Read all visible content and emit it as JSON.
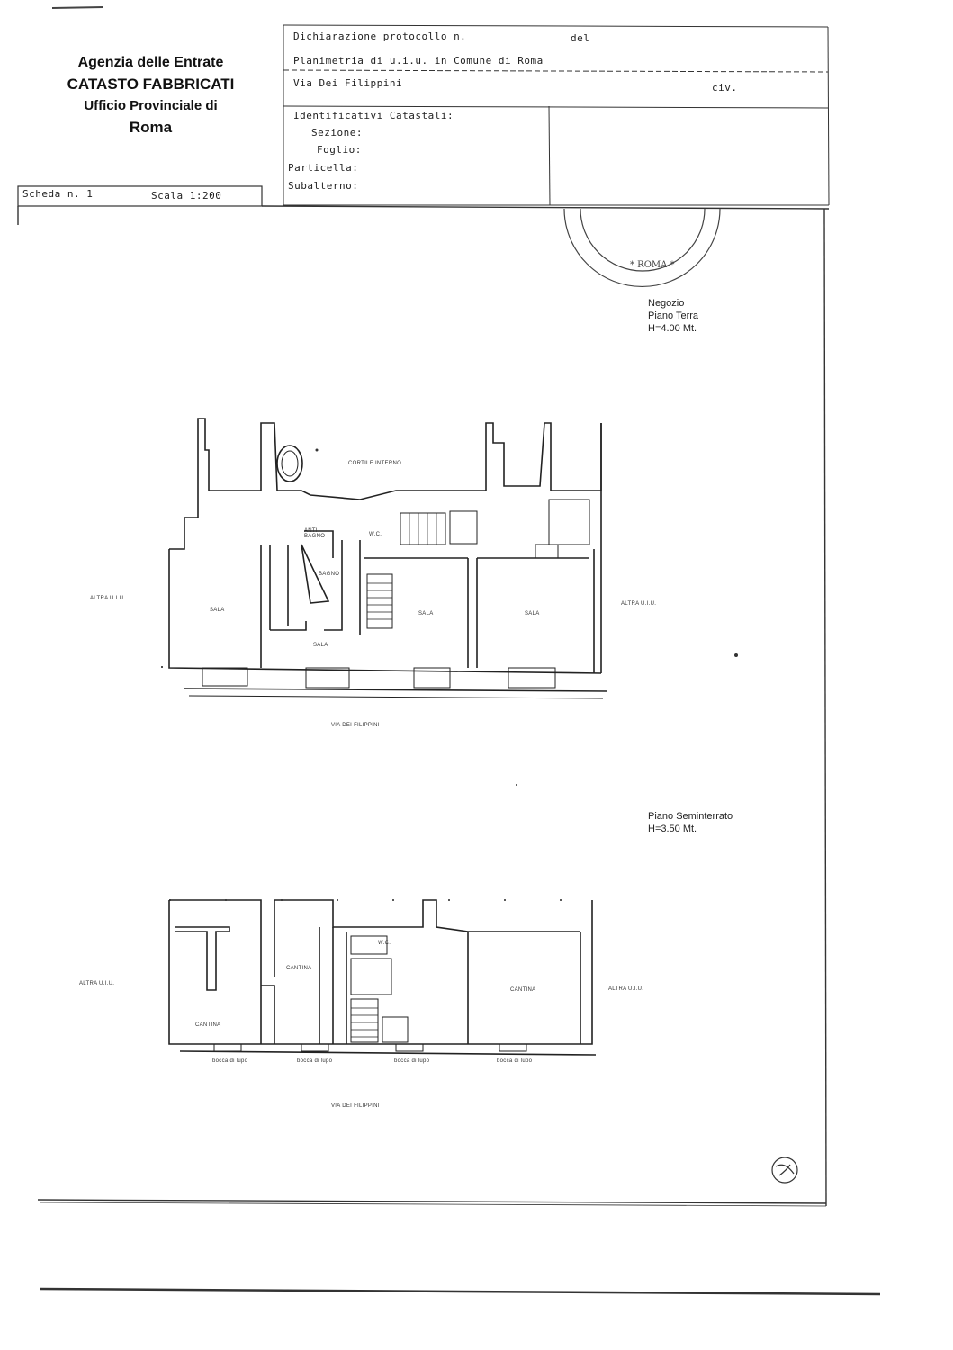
{
  "agency": {
    "line1": "Agenzia delle Entrate",
    "line2": "CATASTO FABBRICATI",
    "line3": "Ufficio Provinciale di",
    "line4": "Roma"
  },
  "header": {
    "dichiarazione": "Dichiarazione protocollo n.",
    "del": "del",
    "planimetria": "Planimetria di u.i.u. in Comune di Roma",
    "via": "Via Dei Filippini",
    "civ": "civ.",
    "identificativi": "Identificativi Catastali:",
    "sezione": "Sezione:",
    "foglio": "Foglio:",
    "particella": "Particella:",
    "subalterno": "Subalterno:"
  },
  "scheda": {
    "label": "Scheda n. 1",
    "scala": "Scala 1:200"
  },
  "floor_ground": {
    "use": "Negozio",
    "level": "Piano Terra",
    "height": "H=4.00 Mt.",
    "courtyard": "CORTILE INTERNO",
    "street": "VIA DEI FILIPPINI",
    "other_left": "ALTRA U.I.U.",
    "other_right": "ALTRA U.I.U.",
    "rooms": [
      "SALA",
      "SALA",
      "SALA",
      "SALA",
      "ANTI BAGNO",
      "BAGNO",
      "W.C."
    ]
  },
  "floor_basement": {
    "level": "Piano Seminterrato",
    "height": "H=3.50 Mt.",
    "street": "VIA DEI FILIPPINI",
    "other_left": "ALTRA U.I.U.",
    "other_right": "ALTRA U.I.U.",
    "rooms": [
      "CANTINA",
      "CANTINA",
      "CANTINA",
      "W.C."
    ],
    "window_labels": [
      "bocca di lupo",
      "bocca di lupo",
      "bocca di lupo",
      "bocca di lupo"
    ]
  }
}
